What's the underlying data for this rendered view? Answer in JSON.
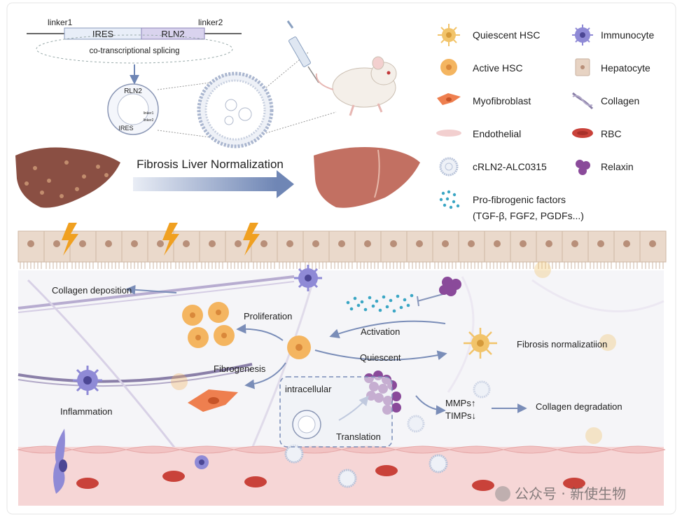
{
  "construct": {
    "linker1": "linker1",
    "ires": "IRES",
    "rln2": "RLN2",
    "linker2": "linker2",
    "splicing": "co-transcriptional splicing"
  },
  "circ_labels": {
    "outer": "RLN2",
    "inner": "IRES",
    "small1": "linker1",
    "small2": "linker2"
  },
  "title": "Fibrosis Liver Normalization",
  "legend": [
    {
      "label": "Quiescent HSC",
      "icon": "quiescent-hsc-icon",
      "color": "#f2c46a"
    },
    {
      "label": "Immunocyte",
      "icon": "immunocyte-icon",
      "color": "#8f8ad6"
    },
    {
      "label": "Active HSC",
      "icon": "active-hsc-icon",
      "color": "#f4b560"
    },
    {
      "label": "Hepatocyte",
      "icon": "hepatocyte-icon",
      "color": "#e7d3c3"
    },
    {
      "label": "Myofibroblast",
      "icon": "myofibroblast-icon",
      "color": "#ee7f4f"
    },
    {
      "label": "Collagen",
      "icon": "collagen-icon",
      "color": "#8a7fa8"
    },
    {
      "label": "Endothelial",
      "icon": "endothelial-icon",
      "color": "#f2cfcf"
    },
    {
      "label": "RBC",
      "icon": "rbc-icon",
      "color": "#c9423a"
    },
    {
      "label": "cRLN2-ALC0315",
      "icon": "lnp-icon",
      "color": "#b9c4da"
    },
    {
      "label": "Relaxin",
      "icon": "relaxin-icon",
      "color": "#8a4a9a"
    },
    {
      "label": "Pro-fibrogenic factors",
      "label2": "(TGF-β, FGF2, PGDFs...)",
      "icon": "factors-icon",
      "color": "#3aa6c4"
    }
  ],
  "labels": {
    "collagen_deposition": "Collagen deposition",
    "proliferation": "Proliferation",
    "activation": "Activation",
    "fibrosis_normalization": "Fibrosis normalizatiion",
    "quiescent": "Quiescent",
    "fibrogenesis": "Fibrogenesis",
    "intracellular": "intracellular",
    "inflammation": "Inflammation",
    "translation": "Translation",
    "mmps": "MMPs↑",
    "timps": "TIMPs↓",
    "collagen_degradation": "Collagen degradation"
  },
  "watermark": "公众号 · 新使生物"
}
